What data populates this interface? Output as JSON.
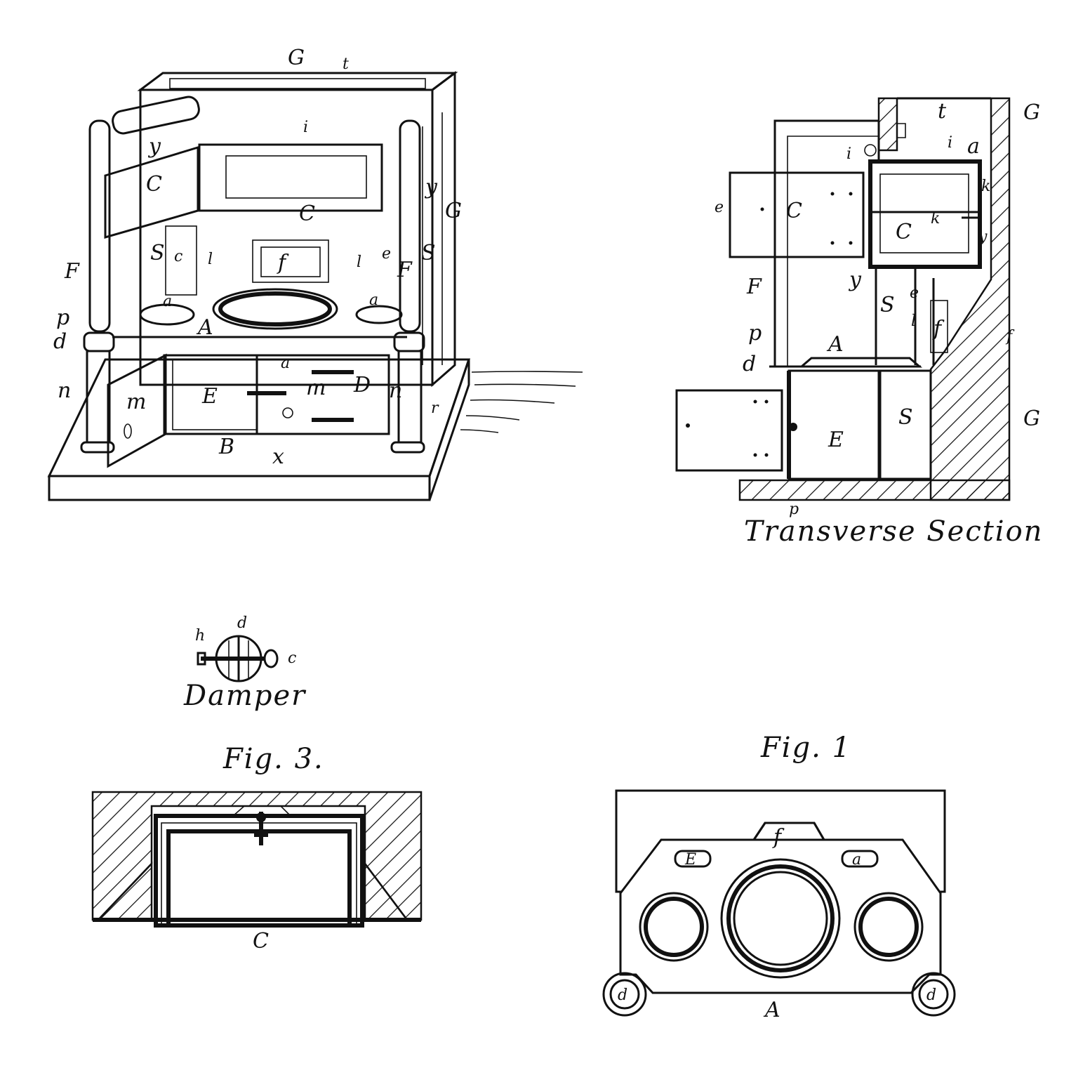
{
  "captions": {
    "transverse": "Transverse Section",
    "damper": "Damper",
    "fig3": "Fig. 3.",
    "fig1": "Fig. 1"
  },
  "perspective_labels": {
    "G_top": "G",
    "t_top": "t",
    "i": "i",
    "y_left": "y",
    "C_door": "C",
    "C_oven": "C",
    "y_right": "y",
    "G_right": "G",
    "F_left": "F",
    "S_left": "S",
    "c": "c",
    "l_left": "l",
    "f": "f",
    "l_right": "l",
    "e": "e",
    "F_right": "F",
    "S_right": "S",
    "a_left": "a",
    "a_right": "a",
    "p": "p",
    "d": "d",
    "A": "A",
    "a_center": "a",
    "n_left": "n",
    "m_left": "m",
    "E": "E",
    "m_right": "m",
    "D": "D",
    "n_right": "n",
    "r": "r",
    "B": "B",
    "x": "x"
  },
  "section_labels": {
    "t": "t",
    "G_top": "G",
    "i_left": "i",
    "i_right": "i",
    "a": "a",
    "k_top": "k",
    "C_door": "C",
    "C_oven": "C",
    "k": "k",
    "y_right": "y",
    "e_door": "e",
    "F": "F",
    "y_mid": "y",
    "S_mid": "S",
    "e": "e",
    "l": "l",
    "f": "f",
    "f_right": "f",
    "p": "p",
    "A": "A",
    "d": "d",
    "E": "E",
    "S_lower": "S",
    "G_right": "G",
    "p_bottom": "p"
  },
  "damper_labels": {
    "d": "d",
    "h": "h",
    "c": "c"
  },
  "fig3_labels": {
    "C": "C"
  },
  "fig1_labels": {
    "f": "f",
    "E": "E",
    "a": "a",
    "d_left": "d",
    "d_right": "d",
    "A": "A"
  }
}
